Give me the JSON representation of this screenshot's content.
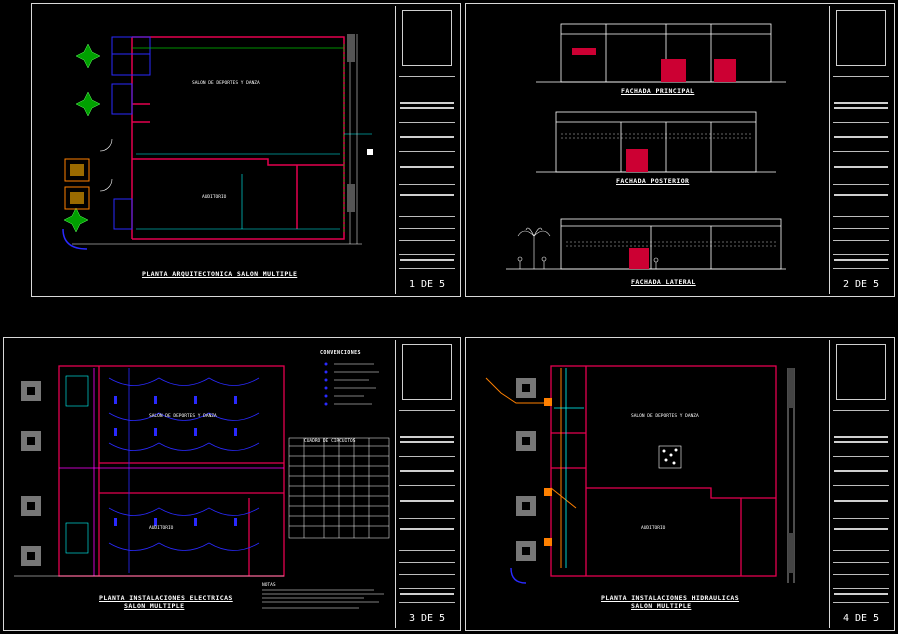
{
  "sheets": {
    "s1": {
      "number": "1 DE 5",
      "title": "PLANTA ARQUITECTONICA SALON MULTIPLE",
      "room_upper": "SALON DE DEPORTES Y DANZA",
      "room_lower": "AUDITORIO"
    },
    "s2": {
      "number": "2 DE 5",
      "front": "FACHADA PRINCIPAL",
      "rear": "FACHADA POSTERIOR",
      "side": "FACHADA LATERAL"
    },
    "s3": {
      "number": "3 DE 5",
      "title1": "PLANTA INSTALACIONES ELECTRICAS",
      "title2": "SALON MULTIPLE",
      "legend": "CONVENCIONES",
      "table": "CUADRO DE CIRCUITOS",
      "room_upper": "SALON DE DEPORTES Y DANZA",
      "room_lower": "AUDITORIO",
      "notes": "NOTAS"
    },
    "s4": {
      "number": "4 DE 5",
      "title1": "PLANTA INSTALACIONES HIDRAULICAS",
      "title2": "SALON MULTIPLE",
      "room_upper": "SALON DE DEPORTES Y DANZA",
      "room_lower": "AUDITORIO"
    }
  },
  "colors": {
    "wall": "#e5004f",
    "blue": "#2a2aff",
    "cyan": "#00ffff",
    "green": "#00c000",
    "orange": "#ff8000",
    "yellow": "#ffff00",
    "frame": "#d8d8d8"
  }
}
